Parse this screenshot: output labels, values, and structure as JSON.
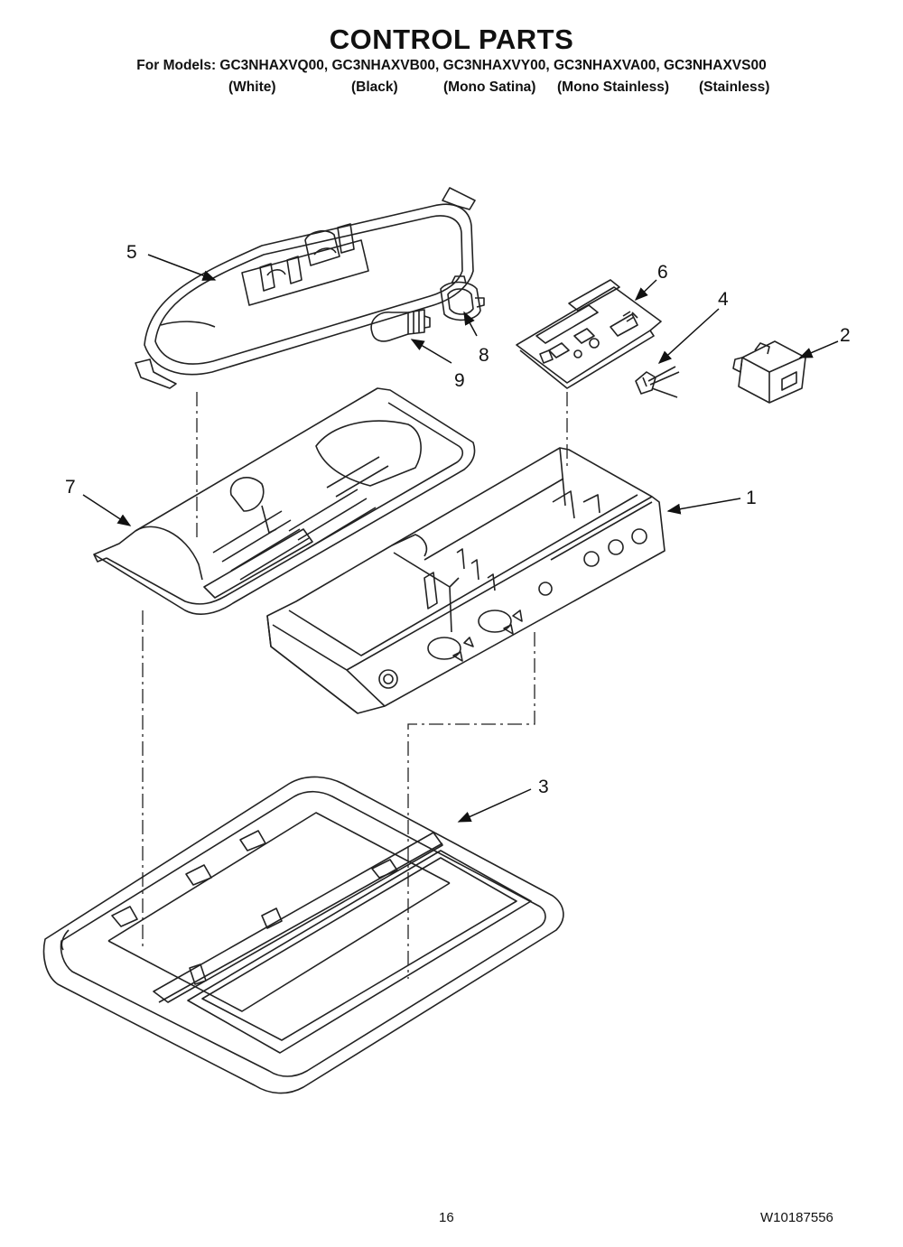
{
  "header": {
    "title": "CONTROL PARTS",
    "models_line": "For Models: GC3NHAXVQ00, GC3NHAXVB00, GC3NHAXVY00, GC3NHAXVA00, GC3NHAXVS00",
    "colors": [
      "(White)",
      "(Black)",
      "(Mono Satina)",
      "(Mono Stainless)",
      "(Stainless)"
    ]
  },
  "callouts": [
    "5",
    "6",
    "4",
    "2",
    "8",
    "9",
    "7",
    "1",
    "3"
  ],
  "footer": {
    "page_number": "16",
    "document_number": "W10187556"
  }
}
